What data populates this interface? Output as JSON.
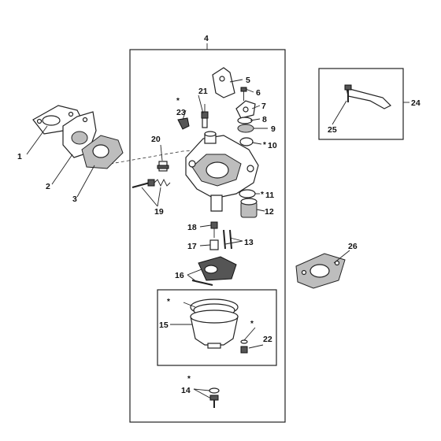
{
  "callouts": {
    "c1": "1",
    "c2": "2",
    "c3": "3",
    "c4": "4",
    "c5": "5",
    "c6": "6",
    "c7": "7",
    "c8": "8",
    "c9": "9",
    "c10": "10",
    "c11": "11",
    "c12": "12",
    "c13": "13",
    "c14": "14",
    "c15": "15",
    "c16": "16",
    "c17": "17",
    "c18": "18",
    "c19": "19",
    "c20": "20",
    "c21": "21",
    "c22": "22",
    "c23": "23",
    "c24": "24",
    "c25": "25",
    "c26": "26"
  },
  "asterisks": {
    "a10": "*",
    "a11": "*",
    "a21": "*",
    "a15": "*",
    "a22": "*",
    "a14": "*"
  },
  "colors": {
    "ink": "#222222",
    "shade": "#bdbdbd",
    "background": "#ffffff"
  }
}
